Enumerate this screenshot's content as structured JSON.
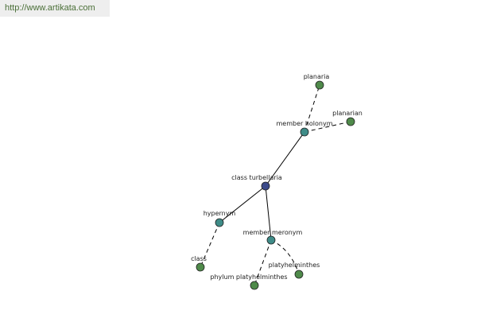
{
  "header": {
    "url": "http://www.artikata.com"
  },
  "colors": {
    "center": "#3b4a8a",
    "relation": "#3f8c88",
    "leaf": "#4f8a4a",
    "url_text": "#4a6f37"
  },
  "graph": {
    "nodes": {
      "center": "class turbellaria",
      "member_holonym": "member holonym",
      "planaria": "planaria",
      "planarian": "planarian",
      "hypernym": "hypernym",
      "class": "class",
      "member_meronym": "member meronym",
      "phylum_platyhelminthes": "phylum platyhelminthes",
      "platyhelminthes": "platyhelminthes"
    }
  }
}
